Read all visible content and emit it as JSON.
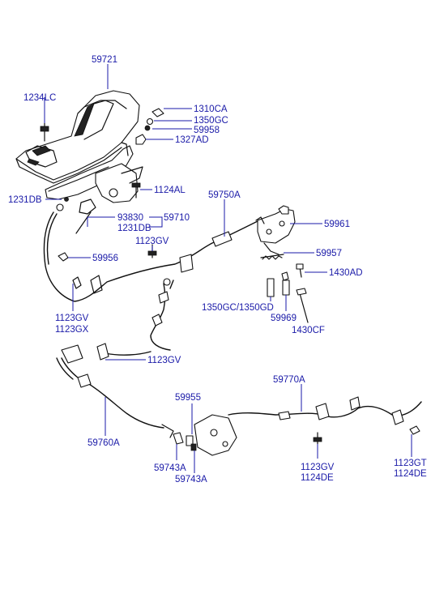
{
  "colors": {
    "label": "#1a1aa8",
    "drawing": "#111111",
    "background": "#ffffff"
  },
  "labels": {
    "p59721": "59721",
    "p1234LC": "1234LC",
    "p1310CA": "1310CA",
    "p1350GC": "1350GC",
    "p59958": "59958",
    "p1327AD": "1327AD",
    "p1124AL": "1124AL",
    "p1231DB_left": "1231DB",
    "p59750A": "59750A",
    "p93830": "93830",
    "p59710": "59710",
    "p1231DB_mid": "1231DB",
    "p59961": "59961",
    "p1123GV_top": "1123GV",
    "p59957": "59957",
    "p59956": "59956",
    "p1430AD": "1430AD",
    "p1350GC_1350GD": "1350GC/1350GD",
    "p1123GV_left": "1123GV",
    "p1123GX": "1123GX",
    "p59969": "59969",
    "p1430CF": "1430CF",
    "p1123GV_mid": "1123GV",
    "p59770A": "59770A",
    "p59955": "59955",
    "p59760A": "59760A",
    "p59743A_1": "59743A",
    "p59743A_2": "59743A",
    "p1123GV_bottom": "1123GV",
    "p1124DE_bottom": "1124DE",
    "p1123GT": "1123GT",
    "p1124DE_right": "1124DE"
  }
}
